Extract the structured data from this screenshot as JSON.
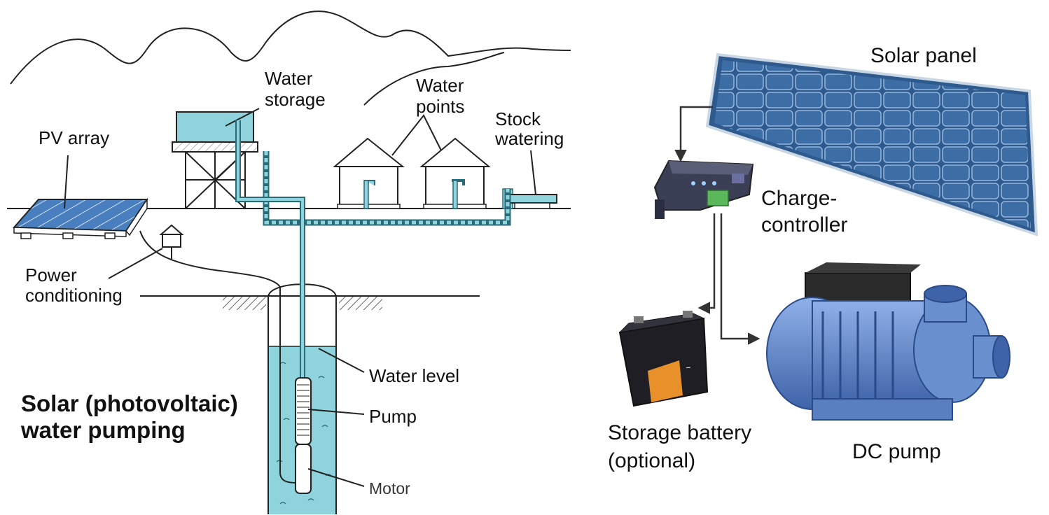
{
  "left_diagram": {
    "title_line1": "Solar (photovoltaic)",
    "title_line2": "water pumping",
    "labels": {
      "pv_array": "PV array",
      "water_storage_1": "Water",
      "water_storage_2": "storage",
      "water_points_1": "Water",
      "water_points_2": "points",
      "stock_watering_1": "Stock",
      "stock_watering_2": "watering",
      "power_conditioning_1": "Power",
      "power_conditioning_2": "conditioning",
      "water_level": "Water level",
      "pump": "Pump",
      "motor": "Motor"
    }
  },
  "right_diagram": {
    "labels": {
      "solar_panel": "Solar panel",
      "charge_controller_1": "Charge-",
      "charge_controller_2": "controller",
      "storage_battery_1": "Storage battery",
      "storage_battery_2": "(optional)",
      "dc_pump": "DC pump"
    }
  },
  "colors": {
    "water": "#8fd3dc",
    "panel": "#4a7fbf",
    "pump_body": "#6a8fce"
  }
}
